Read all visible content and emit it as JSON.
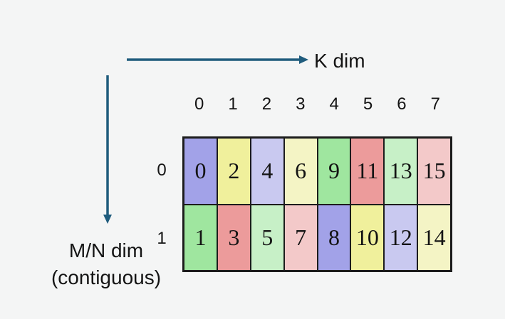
{
  "k_axis": {
    "label": "K dim"
  },
  "mn_axis": {
    "line1": "M/N dim",
    "line2": "(contiguous)"
  },
  "grid": {
    "column_headers": [
      "0",
      "1",
      "2",
      "3",
      "4",
      "5",
      "6",
      "7"
    ],
    "row_headers": [
      "0",
      "1"
    ],
    "rows": [
      {
        "cells": [
          {
            "value": "0",
            "color": "#a2a2e8"
          },
          {
            "value": "2",
            "color": "#f0f09c"
          },
          {
            "value": "4",
            "color": "#c9c9f0"
          },
          {
            "value": "6",
            "color": "#f4f4c5"
          },
          {
            "value": "9",
            "color": "#9fe69f"
          },
          {
            "value": "11",
            "color": "#ec9b9b"
          },
          {
            "value": "13",
            "color": "#c7f0c7"
          },
          {
            "value": "15",
            "color": "#f3c9c9"
          }
        ]
      },
      {
        "cells": [
          {
            "value": "1",
            "color": "#9fe69f"
          },
          {
            "value": "3",
            "color": "#ec9b9b"
          },
          {
            "value": "5",
            "color": "#c7f0c7"
          },
          {
            "value": "7",
            "color": "#f3c9c9"
          },
          {
            "value": "8",
            "color": "#a2a2e8"
          },
          {
            "value": "10",
            "color": "#f0f09c"
          },
          {
            "value": "12",
            "color": "#c9c9f0"
          },
          {
            "value": "14",
            "color": "#f4f4c5"
          }
        ]
      }
    ]
  },
  "colors": {
    "background": "#f4f5f5",
    "arrow": "#1f5c7d",
    "grid_border": "#1c1c1c"
  }
}
